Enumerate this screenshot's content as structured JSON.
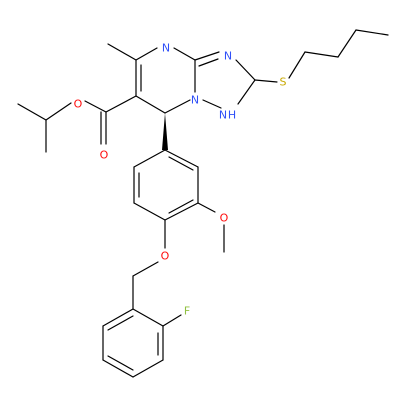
{
  "molecule": {
    "atom_labels": {
      "n_ring_top": "N",
      "n_triazole_top": "N",
      "n_bridge": "N",
      "nh_label": "H",
      "n_nh": "N",
      "s_thio": "S",
      "o_ester": "O",
      "o_carbonyl": "O",
      "o_methoxy": "O",
      "o_benzyl": "O",
      "f_fluoro": "F"
    },
    "colors": {
      "bond": "#000000",
      "nitrogen": "#3050F8",
      "oxygen": "#FF0D0D",
      "sulfur": "#C8A800",
      "fluorine": "#90C040"
    }
  }
}
